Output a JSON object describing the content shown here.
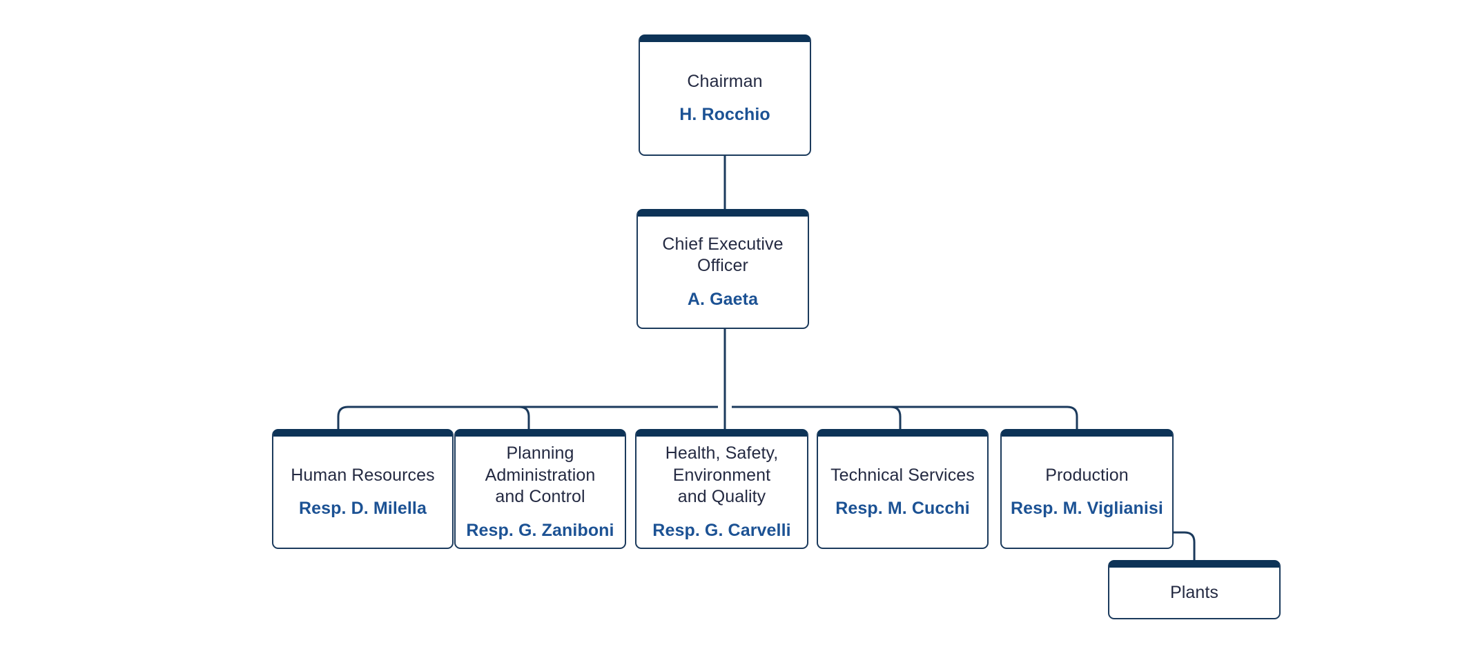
{
  "chart_data": {
    "type": "diagram",
    "diagram_type": "organization-chart",
    "title": "",
    "colors": {
      "box_top_bar": "#0d3357",
      "box_border": "#1b3a5c",
      "connector": "#1b3a5c",
      "title_text": "#242a42",
      "name_text": "#1c5294",
      "background": "#ffffff"
    },
    "levels": [
      {
        "level": 1,
        "nodes": [
          "chairman"
        ]
      },
      {
        "level": 2,
        "nodes": [
          "ceo"
        ]
      },
      {
        "level": 3,
        "nodes": [
          "human-resources",
          "planning-administration-and-control",
          "health-safety-environment-and-quality",
          "technical-services",
          "production"
        ]
      },
      {
        "level": 4,
        "nodes": [
          "plants"
        ]
      }
    ],
    "edges": [
      {
        "from": "chairman",
        "to": "ceo"
      },
      {
        "from": "ceo",
        "to": "human-resources"
      },
      {
        "from": "ceo",
        "to": "planning-administration-and-control"
      },
      {
        "from": "ceo",
        "to": "health-safety-environment-and-quality"
      },
      {
        "from": "ceo",
        "to": "technical-services"
      },
      {
        "from": "ceo",
        "to": "production"
      },
      {
        "from": "production",
        "to": "plants"
      }
    ]
  },
  "nodes": {
    "chairman": {
      "title": "Chairman",
      "name": "H. Rocchio"
    },
    "ceo": {
      "title": "Chief Executive\nOfficer",
      "name": "A. Gaeta"
    },
    "human_resources": {
      "title": "Human Resources",
      "name": "Resp. D. Milella"
    },
    "planning": {
      "title": "Planning\nAdministration\nand Control",
      "name": "Resp. G. Zaniboni"
    },
    "hseq": {
      "title": "Health, Safety,\nEnvironment\nand Quality",
      "name": "Resp. G. Carvelli"
    },
    "technical_services": {
      "title": "Technical Services",
      "name": "Resp. M. Cucchi"
    },
    "production": {
      "title": "Production",
      "name": "Resp. M. Viglianisi"
    },
    "plants": {
      "title": "Plants",
      "name": ""
    }
  }
}
